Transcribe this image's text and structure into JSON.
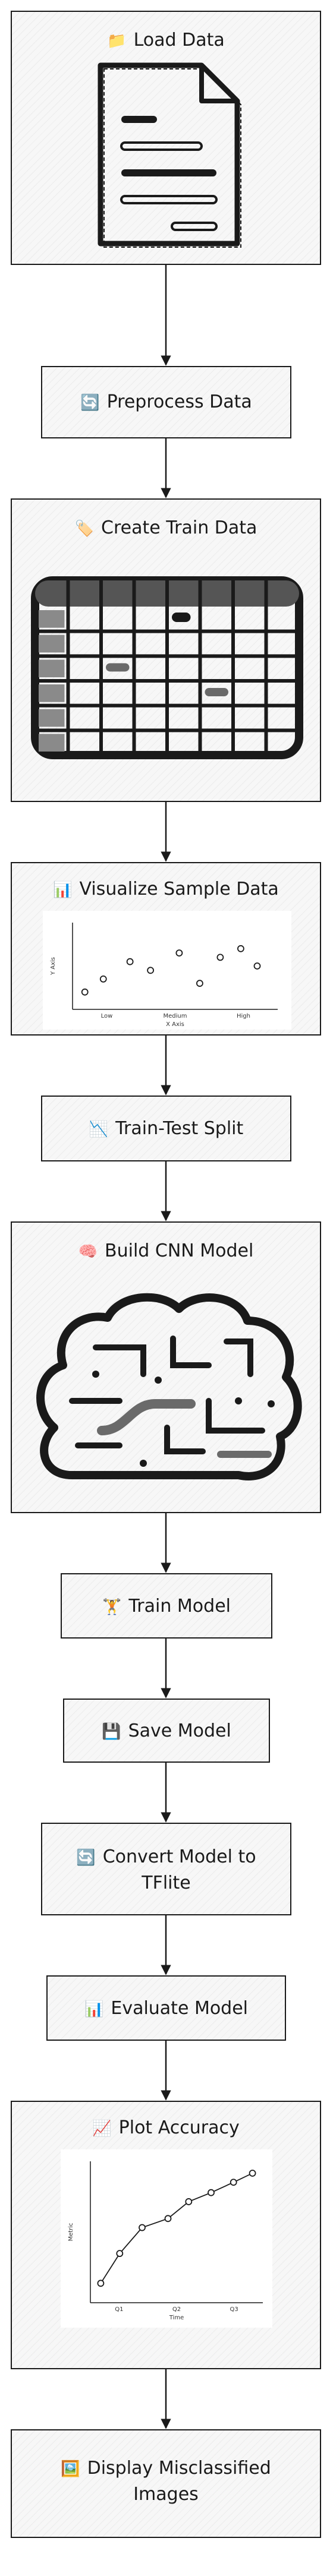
{
  "nodes": [
    {
      "id": "load",
      "label": "Load Data",
      "icon": "📁"
    },
    {
      "id": "preprocess",
      "label": "Preprocess Data",
      "icon": "🔄"
    },
    {
      "id": "train-data",
      "label": "Create Train Data",
      "icon": "🏷️"
    },
    {
      "id": "visualize",
      "label": "Visualize Sample Data",
      "icon": "📊"
    },
    {
      "id": "split",
      "label": "Train-Test Split",
      "icon": "📉"
    },
    {
      "id": "cnn",
      "label": "Build CNN Model",
      "icon": "🧠"
    },
    {
      "id": "train",
      "label": "Train Model",
      "icon": "🏋️"
    },
    {
      "id": "save",
      "label": "Save Model",
      "icon": "💾"
    },
    {
      "id": "convert",
      "label": "Convert Model to",
      "label2": "TFlite",
      "icon": "🔄"
    },
    {
      "id": "evaluate",
      "label": "Evaluate Model",
      "icon": "📊"
    },
    {
      "id": "accuracy",
      "label": "Plot Accuracy",
      "icon": "📈"
    },
    {
      "id": "misclassified",
      "label": "Display Misclassified",
      "label2": "Images",
      "icon": "🖼️"
    }
  ],
  "sample_chart": {
    "type": "scatter",
    "xlabel": "X Axis",
    "ylabel": "Y Axis",
    "x_ticks": [
      "Low",
      "Medium",
      "High"
    ]
  },
  "accuracy_chart": {
    "type": "line",
    "xlabel": "Time",
    "ylabel": "Metric",
    "x_ticks": [
      "Q1",
      "Q2",
      "Q3"
    ]
  },
  "colors": {
    "stroke": "#1a1a1a",
    "box_fill": "#f7f7f7"
  }
}
